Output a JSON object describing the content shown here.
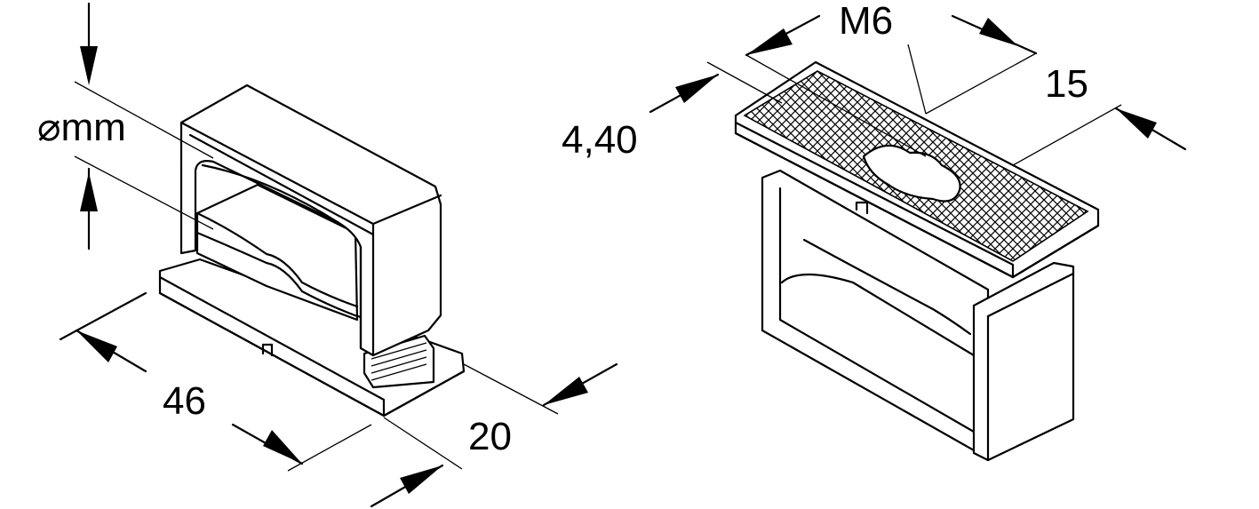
{
  "diagram": {
    "dimensions": {
      "diameter_symbol": "⌀",
      "diameter_unit": "mm",
      "length_a": "46",
      "width_a": "20",
      "thread": "M6",
      "hole": "4,40",
      "width_b": "15"
    }
  }
}
